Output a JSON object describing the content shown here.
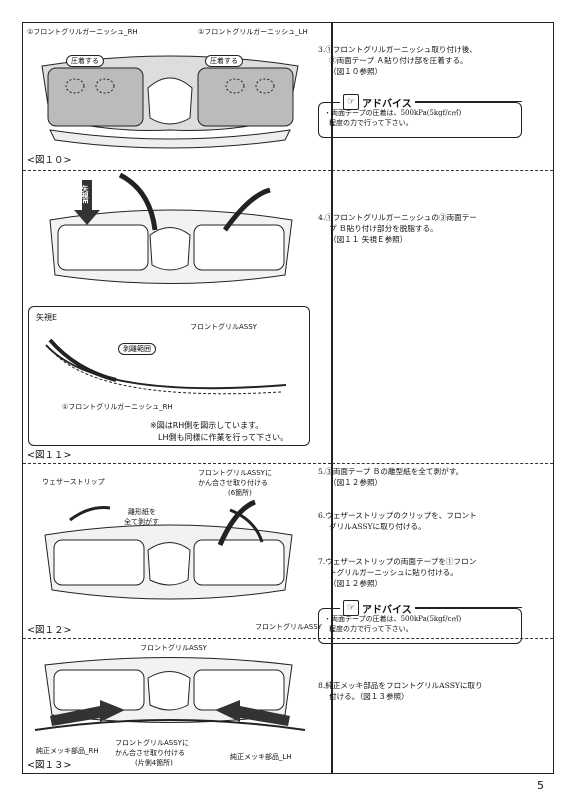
{
  "page_number": "5",
  "figure10": {
    "caption": "<図１０>",
    "label_rh": "①フロントグリルガーニッシュ_RH",
    "label_lh": "①フロントグリルガーニッシュ_LH",
    "press_rh": "圧着する",
    "press_lh": "圧着する"
  },
  "figure11": {
    "caption": "<図１１>",
    "arrow_label": "矢視E",
    "view_title": "矢視E",
    "label_assy": "フロントグリルASSY",
    "label_peel": "剥離範囲",
    "label_garnish": "①フロントグリルガーニッシュ_RH",
    "note1": "※図はRH側を図示しています。",
    "note2": "LH側も同様に作業を行って下さい。"
  },
  "figure12": {
    "caption": "<図１２>",
    "label_weather": "ウェザーストリップ",
    "label_liner1": "離形紙を",
    "label_liner2": "全て剥がす",
    "label_fit1": "フロントグリルASSYに",
    "label_fit2": "かん合させ取り付ける",
    "label_fit3": "(6箇所)",
    "label_assy": "フロントグリルASSY"
  },
  "figure13": {
    "caption": "<図１３>",
    "label_assy": "フロントグリルASSY",
    "label_rh": "純正メッキ部品_RH",
    "label_lh": "純正メッキ部品_LH",
    "label_fit1": "フロントグリルASSYに",
    "label_fit2": "かん合させ取り付ける",
    "label_fit3": "(片側4箇所)"
  },
  "steps": {
    "s3_title": "3.①フロントグリルガーニッシュ取り付け後、",
    "s3_l2": "②両面テープ Ａ貼り付け部を圧着する。",
    "s3_l3": "（図１０参照）",
    "s4_title": "4.①フロントグリルガーニッシュの③両面テー",
    "s4_l2": "プ Ｂ貼り付け部分を脱脂する。",
    "s4_l3": "（図１１ 矢視Ｅ参照）",
    "s5_title": "5.③両面テープ Ｂの離型紙を全て剥がす。",
    "s5_l2": "（図１２参照）",
    "s6_title": "6.ウェザーストリップのクリップを、フロント",
    "s6_l2": "グリルASSYに取り付ける。",
    "s7_title": "7.ウェザーストリップの両面テープを①フロン",
    "s7_l2": "トグリルガーニッシュに貼り付ける。",
    "s7_l3": "（図１２参照）",
    "s8_title": "8.純正メッキ部品をフロントグリルASSYに取り",
    "s8_l2": "付ける。（図１３参照）"
  },
  "advice1": {
    "title": "アドバイス",
    "text1": "・両面テープの圧着は、500kPa(5kgf/c㎡)",
    "text2": "程度の力で行って下さい。"
  },
  "advice2": {
    "title": "アドバイス",
    "text1": "・両面テープの圧着は、500kPa(5kgf/c㎡)",
    "text2": "程度の力で行って下さい。"
  }
}
